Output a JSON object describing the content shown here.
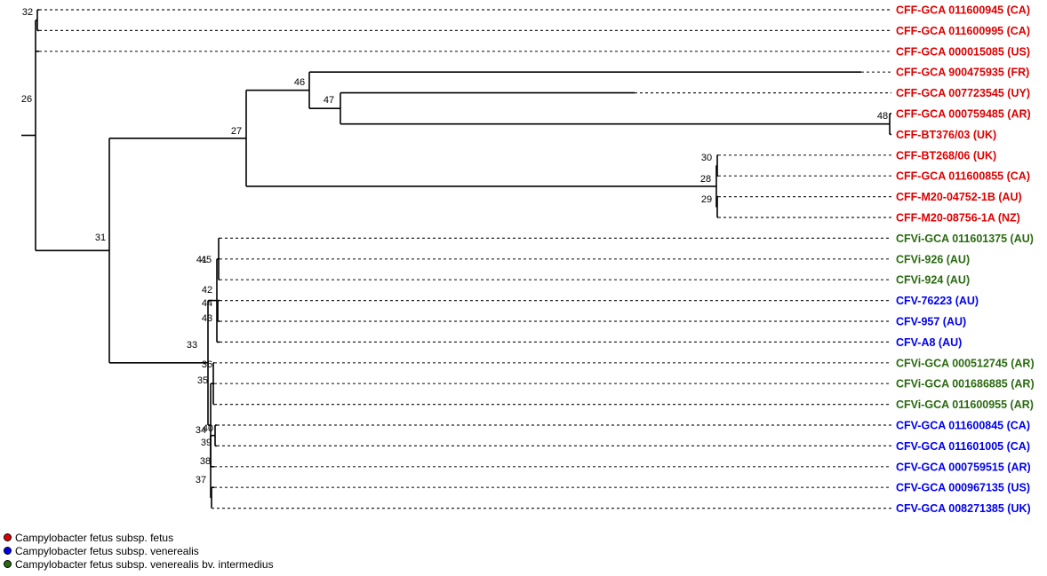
{
  "colors": {
    "fetus": "#dd0000",
    "venerealis": "#0000ee",
    "intermedius": "#2a6a10"
  },
  "tips": [
    {
      "label": "CFF-GCA 011600945 (CA)",
      "group": "fetus"
    },
    {
      "label": "CFF-GCA 011600995 (CA)",
      "group": "fetus"
    },
    {
      "label": "CFF-GCA 000015085 (US)",
      "group": "fetus"
    },
    {
      "label": "CFF-GCA 900475935 (FR)",
      "group": "fetus"
    },
    {
      "label": "CFF-GCA 007723545 (UY)",
      "group": "fetus"
    },
    {
      "label": "CFF-GCA 000759485 (AR)",
      "group": "fetus"
    },
    {
      "label": "CFF-BT376/03 (UK)",
      "group": "fetus"
    },
    {
      "label": "CFF-BT268/06 (UK)",
      "group": "fetus"
    },
    {
      "label": "CFF-GCA 011600855 (CA)",
      "group": "fetus"
    },
    {
      "label": "CFF-M20-04752-1B (AU)",
      "group": "fetus"
    },
    {
      "label": "CFF-M20-08756-1A (NZ)",
      "group": "fetus"
    },
    {
      "label": "CFVi-GCA 011601375 (AU)",
      "group": "intermedius"
    },
    {
      "label": "CFVi-926 (AU)",
      "group": "intermedius"
    },
    {
      "label": "CFVi-924 (AU)",
      "group": "intermedius"
    },
    {
      "label": "CFV-76223 (AU)",
      "group": "venerealis"
    },
    {
      "label": "CFV-957 (AU)",
      "group": "venerealis"
    },
    {
      "label": "CFV-A8 (AU)",
      "group": "venerealis"
    },
    {
      "label": "CFVi-GCA 000512745 (AR)",
      "group": "intermedius"
    },
    {
      "label": "CFVi-GCA 001686885 (AR)",
      "group": "intermedius"
    },
    {
      "label": "CFVi-GCA 011600955 (AR)",
      "group": "intermedius"
    },
    {
      "label": "CFV-GCA 011600845 (CA)",
      "group": "venerealis"
    },
    {
      "label": "CFV-GCA 011601005 (CA)",
      "group": "venerealis"
    },
    {
      "label": "CFV-GCA 000759515 (AR)",
      "group": "venerealis"
    },
    {
      "label": "CFV-GCA 000967135 (US)",
      "group": "venerealis"
    },
    {
      "label": "CFV-GCA 008271385 (UK)",
      "group": "venerealis"
    }
  ],
  "node_labels": [
    "26",
    "31",
    "32",
    "27",
    "33",
    "46",
    "28",
    "47",
    "48",
    "30",
    "29",
    "45",
    "35",
    "36",
    "34",
    "40",
    "39",
    "38",
    "37",
    "41",
    "42",
    "44",
    "43"
  ],
  "legend": [
    {
      "label": "Campylobacter fetus subsp. fetus",
      "group": "fetus"
    },
    {
      "label": "Campylobacter fetus subsp. venerealis",
      "group": "venerealis"
    },
    {
      "label": "Campylobacter fetus subsp. venerealis bv. intermedius",
      "group": "intermedius"
    }
  ]
}
